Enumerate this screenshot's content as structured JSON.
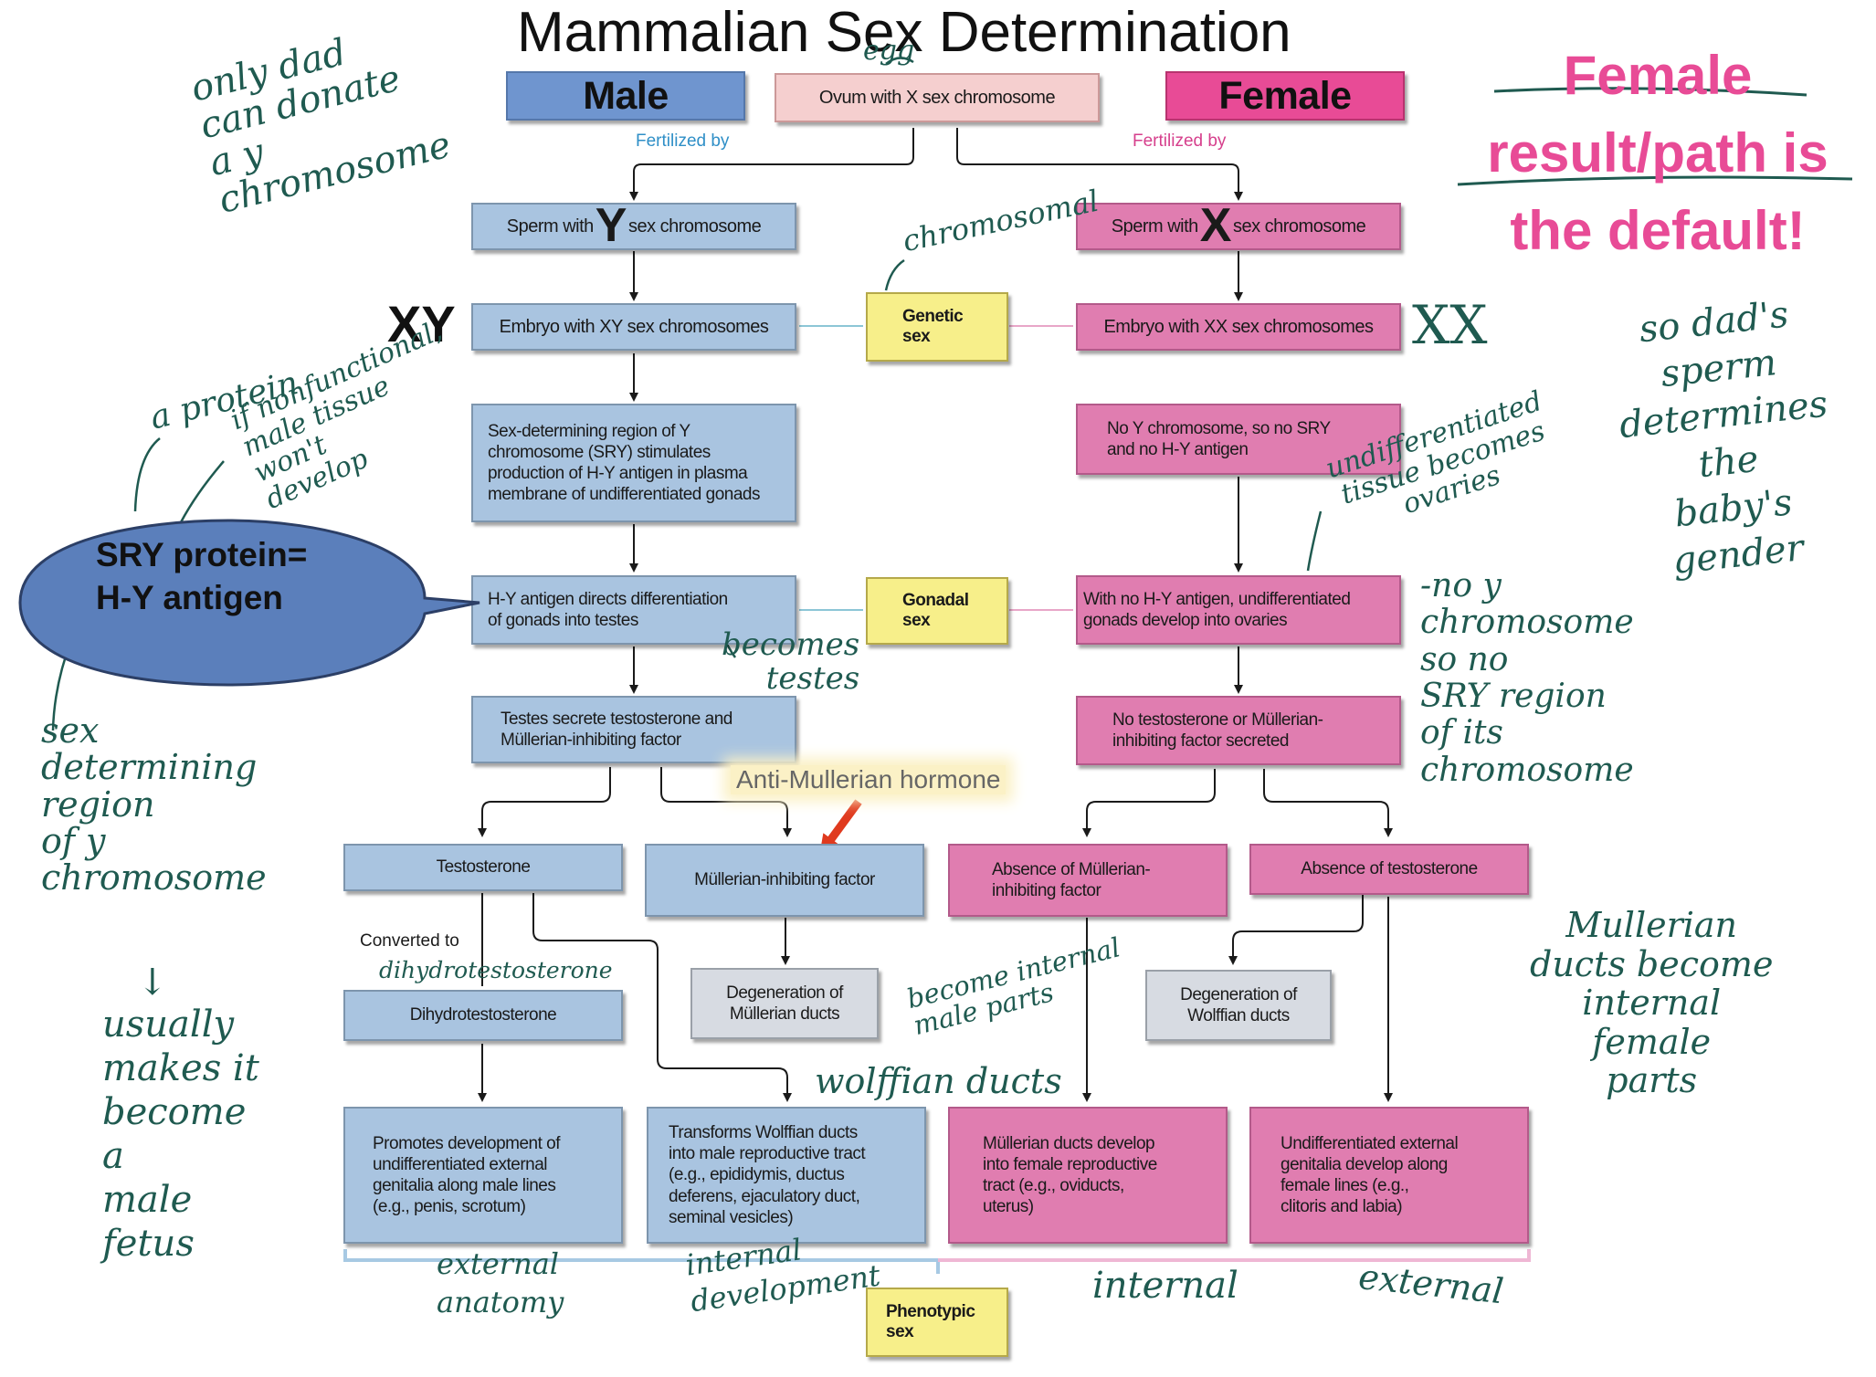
{
  "title": "Mammalian Sex Determination",
  "legend": {
    "male": "Male",
    "female": "Female",
    "male_color": "#6f95cf",
    "female_color": "#e84b96"
  },
  "default_note": "Female\nresult/path is\nthe default!",
  "egg_note": "egg",
  "ovum": "Ovum with X sex chromosome",
  "fertilized_left": "Fertilized by",
  "fertilized_right": "Fertilized by",
  "male_col": {
    "sperm_prefix": "Sperm with",
    "sperm_letter": "Y",
    "sperm_suffix": "sex chromosome",
    "embryo": "Embryo with XY sex chromosomes",
    "sry": "Sex-determining region of Y\nchromosome (SRY) stimulates\nproduction of H-Y antigen in plasma\nmembrane of undifferentiated gonads",
    "hy": "H-Y antigen directs differentiation\nof gonads into testes",
    "testes": "Testes secrete testosterone and\nMüllerian-inhibiting factor",
    "testosterone": "Testosterone",
    "mif": "Müllerian-inhibiting factor",
    "converted": "Converted to",
    "dht": "Dihydrotestosterone",
    "deg_mullerian": "Degeneration of\nMüllerian ducts",
    "promotes": "Promotes development of\nundifferentiated external\ngenitalia along male lines\n(e.g., penis, scrotum)",
    "transforms": "Transforms Wolffian ducts\ninto male reproductive tract\n(e.g., epididymis, ductus\ndeferens, ejaculatory duct,\nseminal vesicles)"
  },
  "female_col": {
    "sperm_prefix": "Sperm with",
    "sperm_letter": "X",
    "sperm_suffix": "sex chromosome",
    "embryo": "Embryo with XX sex chromosomes",
    "no_y": "No Y chromosome, so no SRY\nand no H-Y antigen",
    "no_hy": "With no H-Y antigen, undifferentiated\ngonads develop into ovaries",
    "no_test": "No testosterone or Müllerian-\ninhibiting factor secreted",
    "absence_mif": "Absence of Müllerian-\ninhibiting factor",
    "absence_test": "Absence of testosterone",
    "deg_wolffian": "Degeneration of\nWolffian ducts",
    "mullerian_develop": "Müllerian ducts develop\ninto female reproductive\ntract (e.g., oviducts,\nuterus)",
    "undiff": "Undifferentiated external\ngenitalia develop along\nfemale lines (e.g.,\nclitoris and labia)"
  },
  "center": {
    "genetic": "Genetic\nsex",
    "gonadal": "Gonadal\nsex",
    "phenotypic": "Phenotypic\nsex"
  },
  "xy_label": "XY",
  "xx_label": "XX",
  "bubble": "SRY protein=\nH-Y antigen",
  "amh_label": "Anti-Mullerian hormone",
  "annotations": {
    "dad_donate": "only dad\ncan donate\na y\nchromosome",
    "chromosomal": "chromosomal",
    "a_protein": "a protein",
    "nonfunctional": "if nonfunctional,\nmale tissue\nwon't\ndevelop",
    "sex_determining": "sex\ndetermining\nregion\nof y\nchromosome",
    "down_arrow": "↓",
    "usually": "usually\nmakes it\nbecome\na\nmale\nfetus",
    "becomes_testes": "becomes\ntestes",
    "dihydro": "dihydrotestosterone",
    "become_internal": "become internal\nmale parts",
    "wolffian": "wolffian ducts",
    "undiff_tissue": "undifferentiated\ntissue becomes\novaries",
    "dads_sperm": "so dad's\nsperm\ndetermines\nthe\nbaby's\ngender",
    "no_y_chrom": "-no y\nchromosome\nso no\nSRY region\nof its\nchromosome",
    "mullerian_become": "Mullerian\nducts become\ninternal\nfemale\nparts",
    "external_anatomy": "external\nanatomy",
    "internal_dev": "internal\ndevelopment",
    "internal": "internal",
    "external": "external"
  }
}
